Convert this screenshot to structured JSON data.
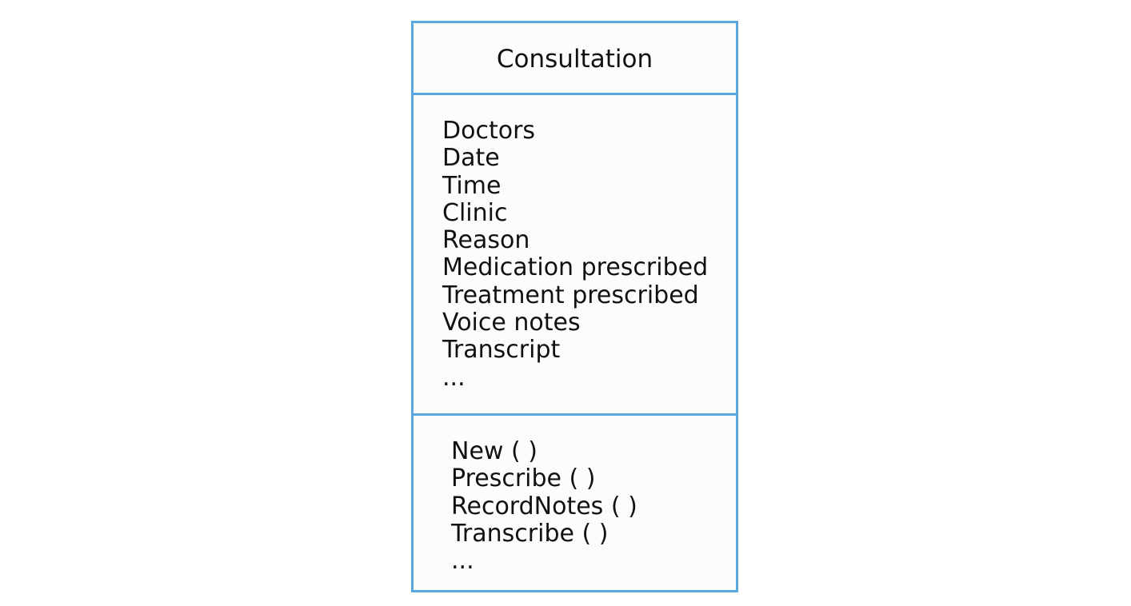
{
  "diagram": {
    "class_name": "Consultation",
    "attributes": [
      "Doctors",
      "Date",
      "Time",
      "Clinic",
      "Reason",
      "Medication prescribed",
      "Treatment prescribed",
      "Voice notes",
      "Transcript",
      "..."
    ],
    "methods": [
      "New ( )",
      "Prescribe ( )",
      "RecordNotes ( )",
      "Transcribe ( )",
      "..."
    ],
    "border_color": "#5aa7e0"
  }
}
